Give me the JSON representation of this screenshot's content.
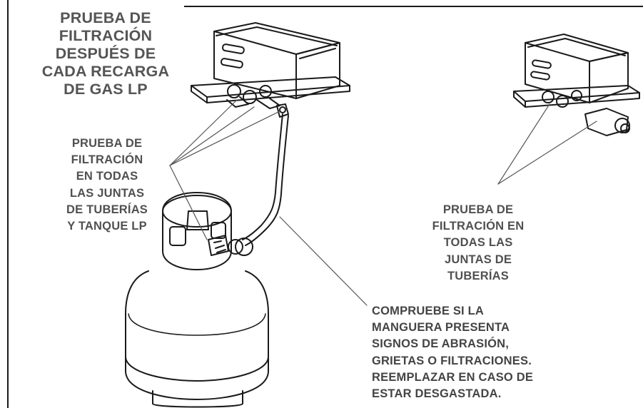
{
  "title": "PRUEBA DE\nFILTRACIÓN\nDESPUÉS DE\nCADA RECARGA\nDE GAS LP",
  "left_callout": "PRUEBA DE\nFILTRACIÓN\nEN TODAS\nLAS JUNTAS\nDE TUBERÍAS\nY TANQUE LP",
  "right_callout": "PRUEBA DE\nFILTRACIÓN EN\nTODAS LAS\nJUNTAS DE\nTUBERÍAS",
  "bottom_callout": "COMPRUEBE SI LA\nMANGUERA PRESENTA\nSIGNOS DE ABRASIÓN,\nGRIETAS O FILTRACIONES.\nREEMPLAZAR EN CASO DE\nESTAR DESGASTADA.",
  "colors": {
    "text": "#4a4a4a",
    "line": "#1a1a1a",
    "background": "#ffffff"
  }
}
